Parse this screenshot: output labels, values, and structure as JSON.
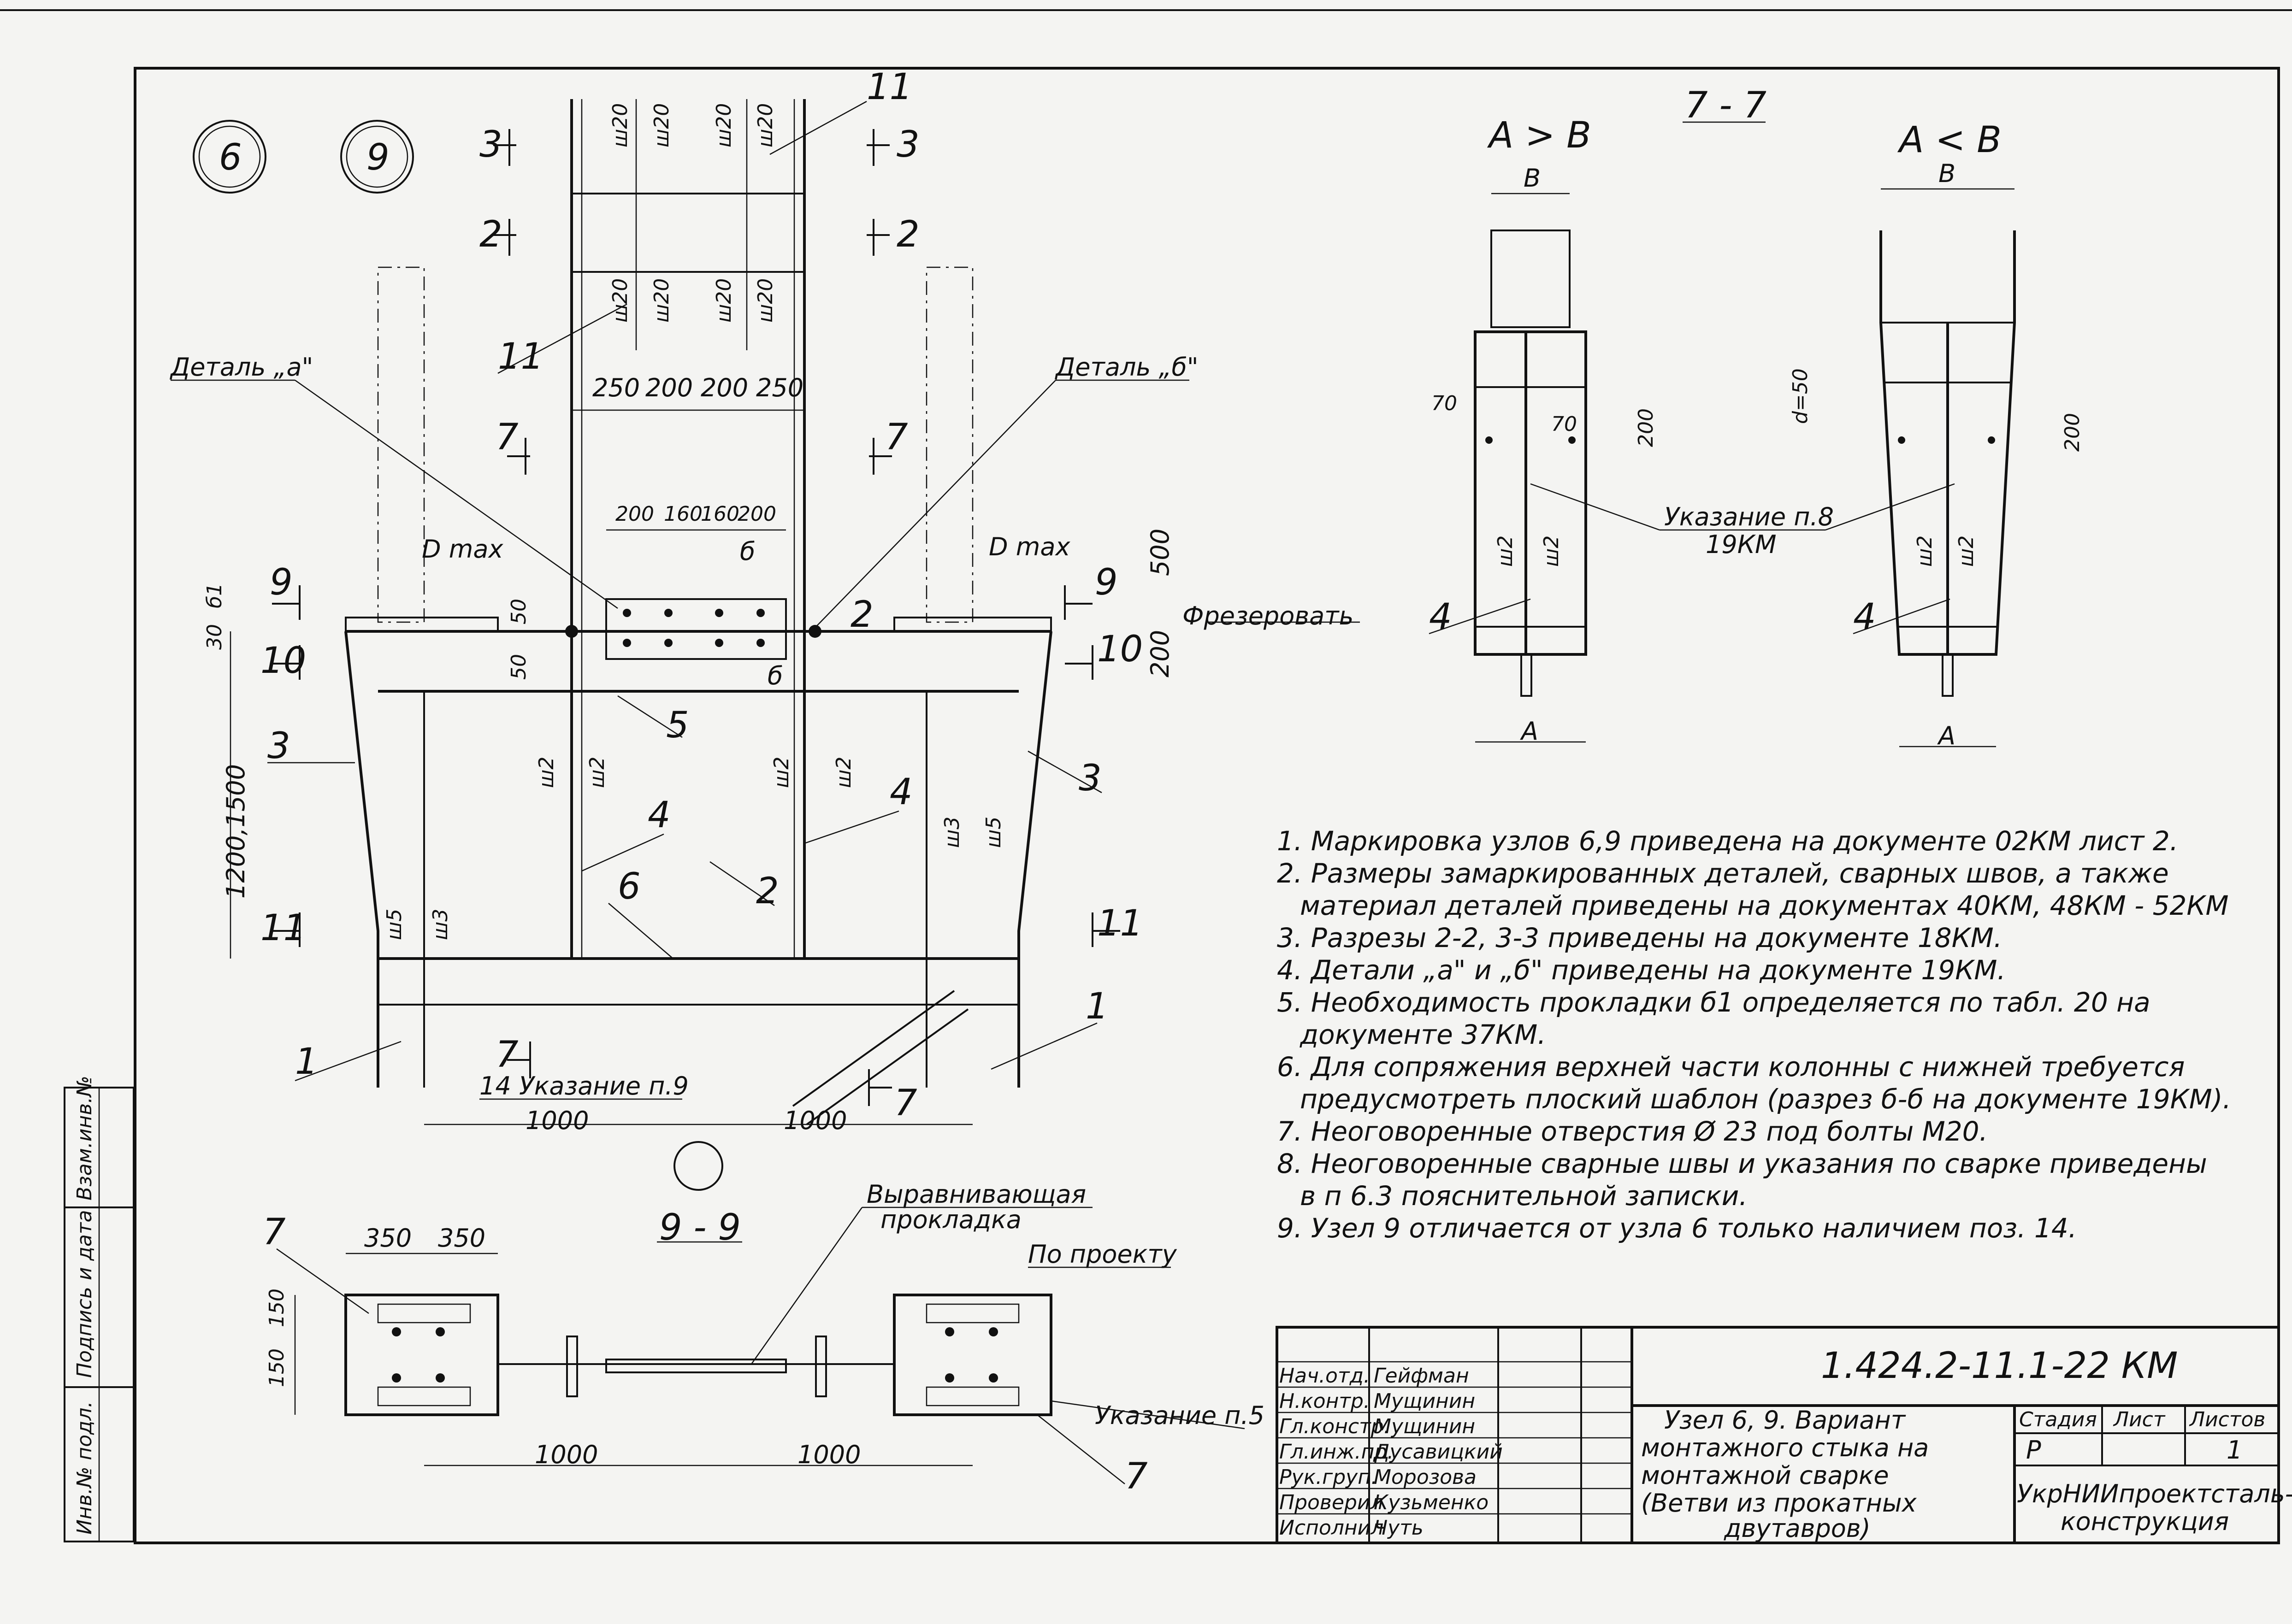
{
  "node_circles": [
    "6",
    "9"
  ],
  "left_view": {
    "section_marks": [
      "3",
      "3",
      "2",
      "2",
      "7",
      "7",
      "9",
      "9",
      "10",
      "10",
      "11",
      "11"
    ],
    "detail_a": "Деталь „а\"",
    "detail_b": "Деталь „б\"",
    "dmax": "D max",
    "mill": "Фрезеровать",
    "dims_top": [
      "250",
      "200",
      "200",
      "250"
    ],
    "dims_plate": [
      "200",
      "160",
      "160",
      "200"
    ],
    "dims_side": [
      "30",
      "б1",
      "50",
      "50",
      "500",
      "200",
      "1200,1500"
    ],
    "dims_bottom": [
      "1000",
      "1000"
    ],
    "weld_marks": [
      "ш20",
      "ш20",
      "ш20",
      "ш20",
      "ш20",
      "ш20",
      "ш20",
      "ш20",
      "ш2",
      "ш2",
      "ш2",
      "ш2",
      "ш3",
      "ш5",
      "ш5",
      "ш3"
    ],
    "positions": [
      "11",
      "11",
      "3",
      "3",
      "5",
      "4",
      "4",
      "2",
      "6",
      "1",
      "1",
      "2",
      "б",
      "б",
      "7",
      "7"
    ],
    "note_ref": "14 Указание п.9"
  },
  "section_99": {
    "title": "9 - 9",
    "dims_top": [
      "350",
      "350"
    ],
    "dims_side": [
      "150",
      "150"
    ],
    "dims_bottom": [
      "1000",
      "1000"
    ],
    "leveling_pad": [
      "Выравнивающая",
      "прокладка"
    ],
    "per_project": "По проекту",
    "note_ref": "Указание п.5",
    "pos": [
      "7",
      "7"
    ]
  },
  "section_77": {
    "title": "7 - 7",
    "case_left": "A > B",
    "case_right": "A < B",
    "dims": [
      "B",
      "B",
      "A",
      "A",
      "70",
      "70",
      "200",
      "200",
      "d=50"
    ],
    "welds": [
      "ш2",
      "ш2",
      "ш2",
      "ш2"
    ],
    "pos": [
      "4",
      "4"
    ],
    "note_ref": [
      "Указание п.8",
      "19КМ"
    ]
  },
  "notes": [
    "1. Маркировка узлов 6,9 приведена на документе 02КМ лист 2.",
    "2. Размеры замаркированных деталей, сварных швов, а также",
    "материал деталей приведены на документах 40КМ, 48КМ - 52КМ",
    "3. Разрезы 2-2, 3-3 приведены на документе 18КМ.",
    "4. Детали „а\" и „б\" приведены на документе 19КМ.",
    "5. Необходимость прокладки б1 определяется по табл. 20 на",
    "документе 37КМ.",
    "6. Для сопряжения верхней части колонны с нижней требуется",
    "предусмотреть плоский шаблон (разрез б-б на документе 19КМ).",
    "7. Неоговоренные отверстия Ø 23 под болты М20.",
    "8. Неоговоренные сварные швы и указания по сварке приведены",
    "в п 6.3 пояснительной записки.",
    "9. Узел 9 отличается от узла 6 только наличием поз. 14."
  ],
  "title_block": {
    "doc_code": "1.424.2-11.1-22 КМ",
    "roles": [
      "Нач.отд.",
      "Н.контр.",
      "Гл.констр.",
      "Гл.инж.пр.",
      "Рук.груп.",
      "Проверил",
      "Исполнил"
    ],
    "names": [
      "Гейфман",
      "Мущинин",
      "Мущинин",
      "Дусавицкий",
      "Морозова",
      "Кузьменко",
      "Чуть"
    ],
    "title_lines": [
      "Узел 6, 9. Вариант",
      "монтажного стыка на",
      "монтажной сварке",
      "(Ветви из прокатных",
      "двутавров)"
    ],
    "stage_label": "Стадия",
    "sheet_label": "Лист",
    "sheets_label": "Листов",
    "stage": "Р",
    "sheets": "1",
    "org_lines": [
      "УкрНИИпроектсталь-",
      "конструкция"
    ]
  },
  "side_stamp": [
    "Инв.№ подл.",
    "Подпись и дата",
    "Взам.инв.№"
  ]
}
